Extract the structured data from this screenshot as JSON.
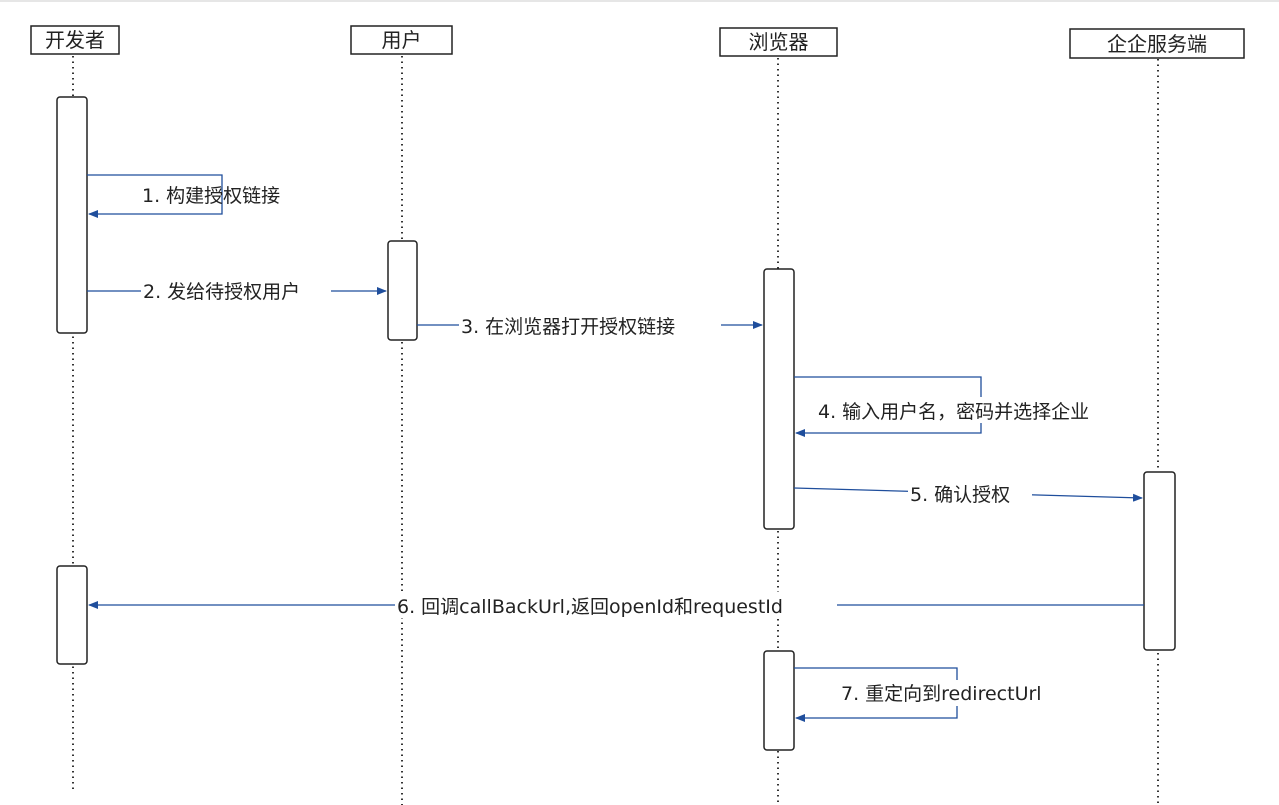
{
  "participants": [
    {
      "id": "developer",
      "label": "开发者"
    },
    {
      "id": "user",
      "label": "用户"
    },
    {
      "id": "browser",
      "label": "浏览器"
    },
    {
      "id": "enterprise_server",
      "label": "企企服务端"
    }
  ],
  "messages": [
    {
      "id": "m1",
      "from": "developer",
      "to": "developer",
      "label": "1. 构建授权链接"
    },
    {
      "id": "m2",
      "from": "developer",
      "to": "user",
      "label": "2. 发给待授权用户"
    },
    {
      "id": "m3",
      "from": "user",
      "to": "browser",
      "label": "3. 在浏览器打开授权链接"
    },
    {
      "id": "m4",
      "from": "browser",
      "to": "browser",
      "label": "4. 输入用户名，密码并选择企业"
    },
    {
      "id": "m5",
      "from": "browser",
      "to": "enterprise_server",
      "label": "5. 确认授权"
    },
    {
      "id": "m6",
      "from": "enterprise_server",
      "to": "developer",
      "label": "6. 回调callBackUrl,返回openId和requestId"
    },
    {
      "id": "m7",
      "from": "browser",
      "to": "browser",
      "label": "7. 重定向到redirectUrl"
    }
  ],
  "colors": {
    "arrow": "#1f4e9c",
    "box_stroke": "#222222",
    "lifeline": "#333333",
    "text": "#222222"
  }
}
